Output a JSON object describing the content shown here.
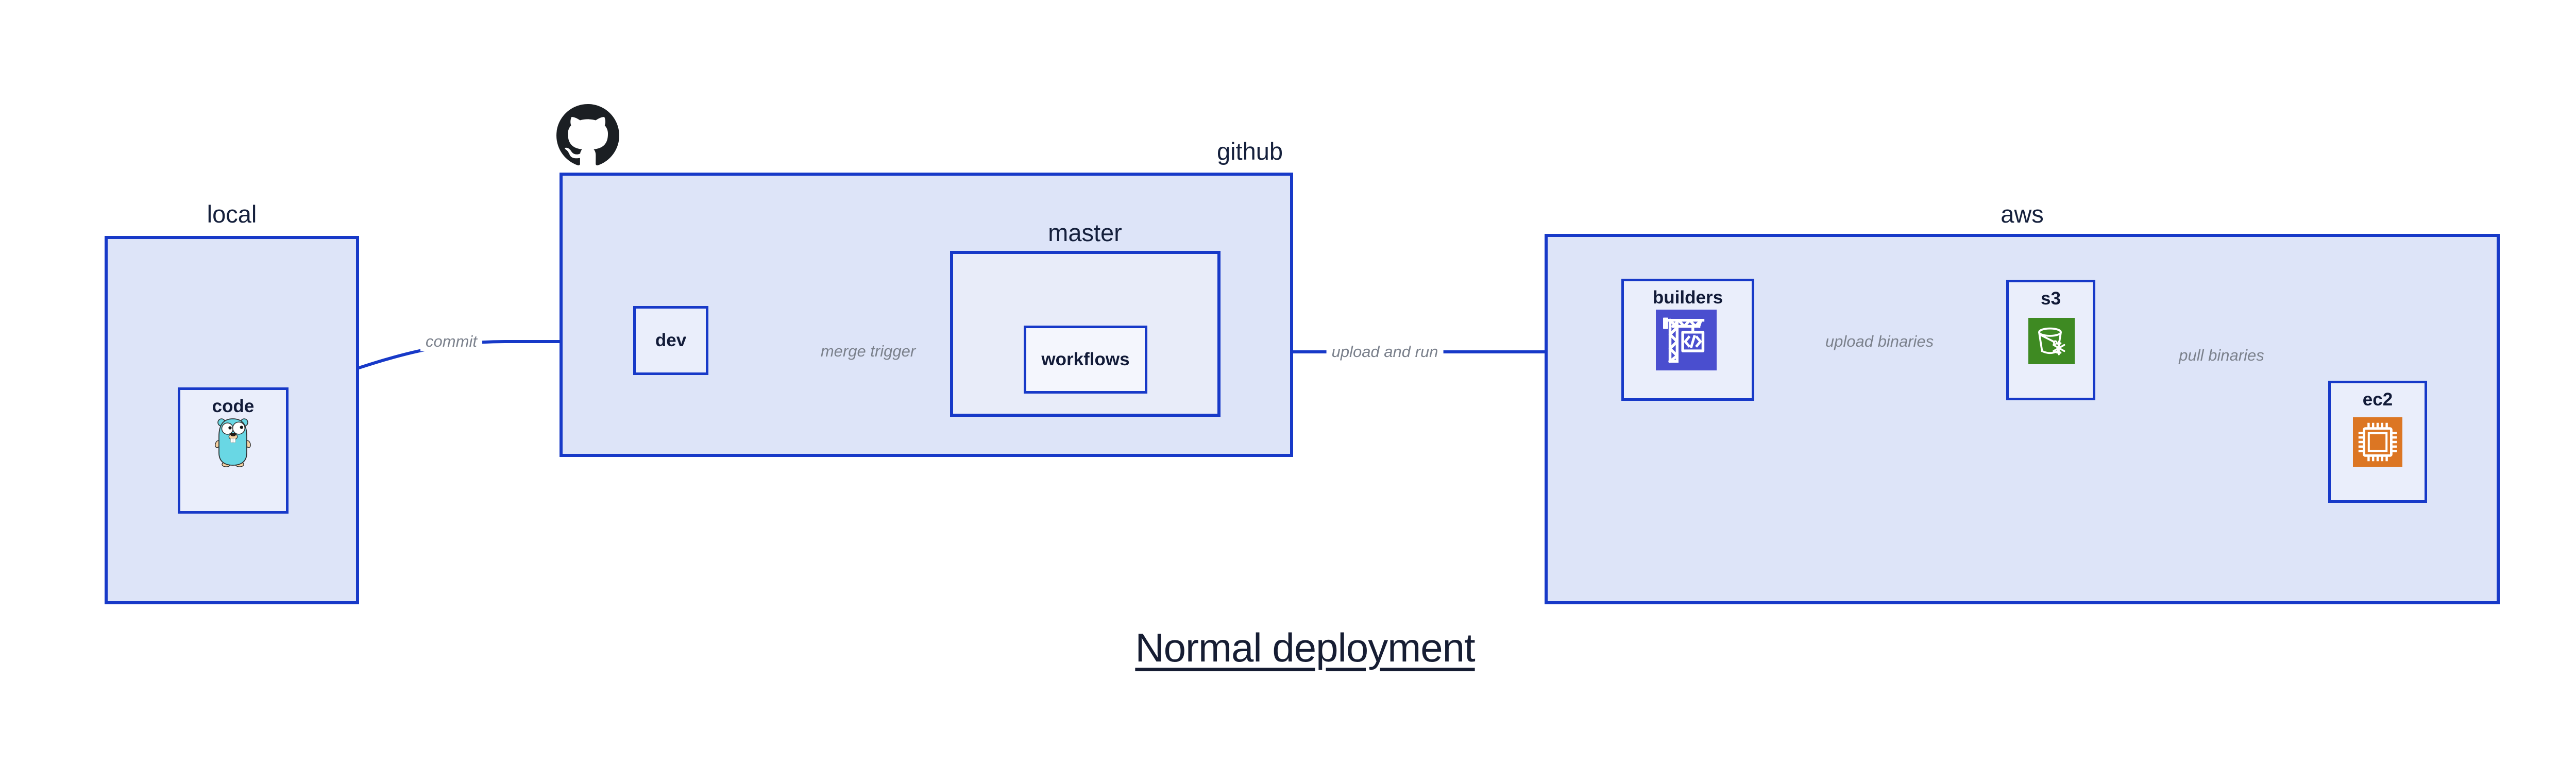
{
  "diagram_title": {
    "text": "Normal deployment"
  },
  "containers": {
    "local": {
      "label": "local"
    },
    "github": {
      "label": "github"
    },
    "master": {
      "label": "master"
    },
    "aws": {
      "label": "aws"
    }
  },
  "nodes": {
    "code": {
      "label": "code",
      "icon": "go-gopher-icon"
    },
    "dev": {
      "label": "dev"
    },
    "workflows": {
      "label": "workflows"
    },
    "builders": {
      "label": "builders",
      "icon": "aws-codebuild-crane-icon"
    },
    "s3": {
      "label": "s3",
      "icon": "aws-s3-glacier-bucket-icon"
    },
    "ec2": {
      "label": "ec2",
      "icon": "aws-ec2-chip-icon"
    }
  },
  "connectors": {
    "commit": {
      "label": "commit",
      "from": "code",
      "to": "dev"
    },
    "merge_trigger": {
      "label": "merge trigger",
      "from": "dev",
      "to": "workflows"
    },
    "upload_and_run": {
      "label": "upload and run",
      "from": "workflows",
      "to": "builders"
    },
    "upload_binaries": {
      "label": "upload binaries",
      "from": "builders",
      "to": "s3"
    },
    "pull_binaries": {
      "label": "pull binaries",
      "from": "s3",
      "to": "ec2"
    }
  },
  "decorations": {
    "github_logo": "github-octocat-logo-icon"
  },
  "colors": {
    "container_fill": "#dde4f8",
    "master_fill": "#e8ecf9",
    "node_fill": "#eaeefb",
    "workflows_fill": "#f4f6fd",
    "border_and_arrow_blue": "#1739c8",
    "label_navy": "#15203c",
    "connector_label_gray": "#7b818c",
    "github_black": "#1b1f23",
    "codebuild_purple": "#4a4ecf",
    "s3_green": "#3e8a22",
    "ec2_orange": "#dc7623",
    "gopher_teal": "#69d7e4",
    "gopher_tan": "#f6d2a2"
  }
}
